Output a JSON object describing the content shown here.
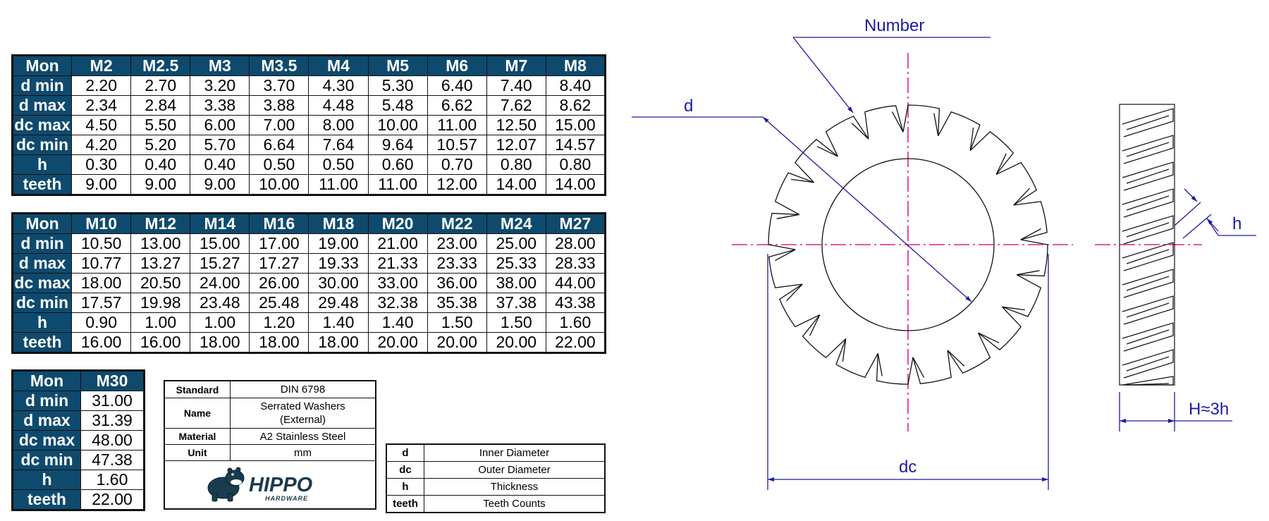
{
  "table1": {
    "header": [
      "Mon",
      "M2",
      "M2.5",
      "M3",
      "M3.5",
      "M4",
      "M5",
      "M6",
      "M7",
      "M8"
    ],
    "rows": [
      {
        "label": "d min",
        "values": [
          "2.20",
          "2.70",
          "3.20",
          "3.70",
          "4.30",
          "5.30",
          "6.40",
          "7.40",
          "8.40"
        ]
      },
      {
        "label": "d max",
        "values": [
          "2.34",
          "2.84",
          "3.38",
          "3.88",
          "4.48",
          "5.48",
          "6.62",
          "7.62",
          "8.62"
        ]
      },
      {
        "label": "dc max",
        "values": [
          "4.50",
          "5.50",
          "6.00",
          "7.00",
          "8.00",
          "10.00",
          "11.00",
          "12.50",
          "15.00"
        ]
      },
      {
        "label": "dc min",
        "values": [
          "4.20",
          "5.20",
          "5.70",
          "6.64",
          "7.64",
          "9.64",
          "10.57",
          "12.07",
          "14.57"
        ]
      },
      {
        "label": "h",
        "values": [
          "0.30",
          "0.40",
          "0.40",
          "0.50",
          "0.50",
          "0.60",
          "0.70",
          "0.80",
          "0.80"
        ]
      },
      {
        "label": "teeth",
        "values": [
          "9.00",
          "9.00",
          "9.00",
          "10.00",
          "11.00",
          "11.00",
          "12.00",
          "14.00",
          "14.00"
        ]
      }
    ]
  },
  "table2": {
    "header": [
      "Mon",
      "M10",
      "M12",
      "M14",
      "M16",
      "M18",
      "M20",
      "M22",
      "M24",
      "M27"
    ],
    "rows": [
      {
        "label": "d min",
        "values": [
          "10.50",
          "13.00",
          "15.00",
          "17.00",
          "19.00",
          "21.00",
          "23.00",
          "25.00",
          "28.00"
        ]
      },
      {
        "label": "d max",
        "values": [
          "10.77",
          "13.27",
          "15.27",
          "17.27",
          "19.33",
          "21.33",
          "23.33",
          "25.33",
          "28.33"
        ]
      },
      {
        "label": "dc max",
        "values": [
          "18.00",
          "20.50",
          "24.00",
          "26.00",
          "30.00",
          "33.00",
          "36.00",
          "38.00",
          "44.00"
        ]
      },
      {
        "label": "dc min",
        "values": [
          "17.57",
          "19.98",
          "23.48",
          "25.48",
          "29.48",
          "32.38",
          "35.38",
          "37.38",
          "43.38"
        ]
      },
      {
        "label": "h",
        "values": [
          "0.90",
          "1.00",
          "1.00",
          "1.20",
          "1.40",
          "1.40",
          "1.50",
          "1.50",
          "1.60"
        ]
      },
      {
        "label": "teeth",
        "values": [
          "16.00",
          "16.00",
          "18.00",
          "18.00",
          "18.00",
          "20.00",
          "20.00",
          "20.00",
          "22.00"
        ]
      }
    ]
  },
  "table3": {
    "header": [
      "Mon",
      "M30"
    ],
    "rows": [
      {
        "label": "d min",
        "values": [
          "31.00"
        ]
      },
      {
        "label": "d max",
        "values": [
          "31.39"
        ]
      },
      {
        "label": "dc max",
        "values": [
          "48.00"
        ]
      },
      {
        "label": "dc min",
        "values": [
          "47.38"
        ]
      },
      {
        "label": "h",
        "values": [
          "1.60"
        ]
      },
      {
        "label": "teeth",
        "values": [
          "22.00"
        ]
      }
    ]
  },
  "spec": {
    "standard_label": "Standard",
    "standard": "DIN 6798",
    "name_label": "Name",
    "name_line1": "Serrated Washers",
    "name_line2": "(External)",
    "material_label": "Material",
    "material": "A2 Stainless Steel",
    "unit_label": "Unit",
    "unit": "mm",
    "logo_text": "HIPPO",
    "logo_sub": "HARDWARE"
  },
  "legend": [
    {
      "key": "d",
      "desc": "Inner Diameter"
    },
    {
      "key": "dc",
      "desc": "Outer Diameter"
    },
    {
      "key": "h",
      "desc": "Thickness"
    },
    {
      "key": "teeth",
      "desc": "Teeth Counts"
    }
  ],
  "drawing": {
    "label_number": "Number",
    "label_d": "d",
    "label_dc": "dc",
    "label_h": "h",
    "label_H": "H≈3h",
    "dimension_color": "#1a1aa8",
    "centerline_color": "#e0208a",
    "brand_color": "#0e4a6e"
  }
}
